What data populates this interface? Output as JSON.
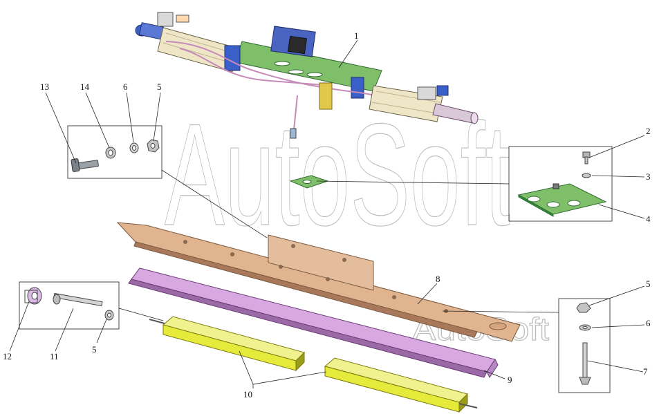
{
  "watermark": {
    "main": "AutoSoft",
    "small": "AutoSoft"
  },
  "callouts": {
    "c1": "1",
    "c2": "2",
    "c3": "3",
    "c4": "4",
    "c5a": "5",
    "c5b": "5",
    "c5c": "5",
    "c6a": "6",
    "c6b": "6",
    "c7": "7",
    "c8": "8",
    "c9": "9",
    "c10": "10",
    "c11": "11",
    "c12": "12",
    "c13": "13",
    "c14": "14"
  },
  "colors": {
    "cylinder": "#efe6c8",
    "plate_green": "#7fbf6a",
    "plate_green_dark": "#2f8a3a",
    "beam_tan": "#e0b48e",
    "beam_tan_dark": "#a9785a",
    "rail_purple": "#d8a8e0",
    "rail_purple_dark": "#9a6aa6",
    "bar_yellow": "#e6ea3a",
    "bar_yellow_dark": "#9a9c1a",
    "valve_blue": "#3a5fc8",
    "brass": "#e2c84a"
  }
}
